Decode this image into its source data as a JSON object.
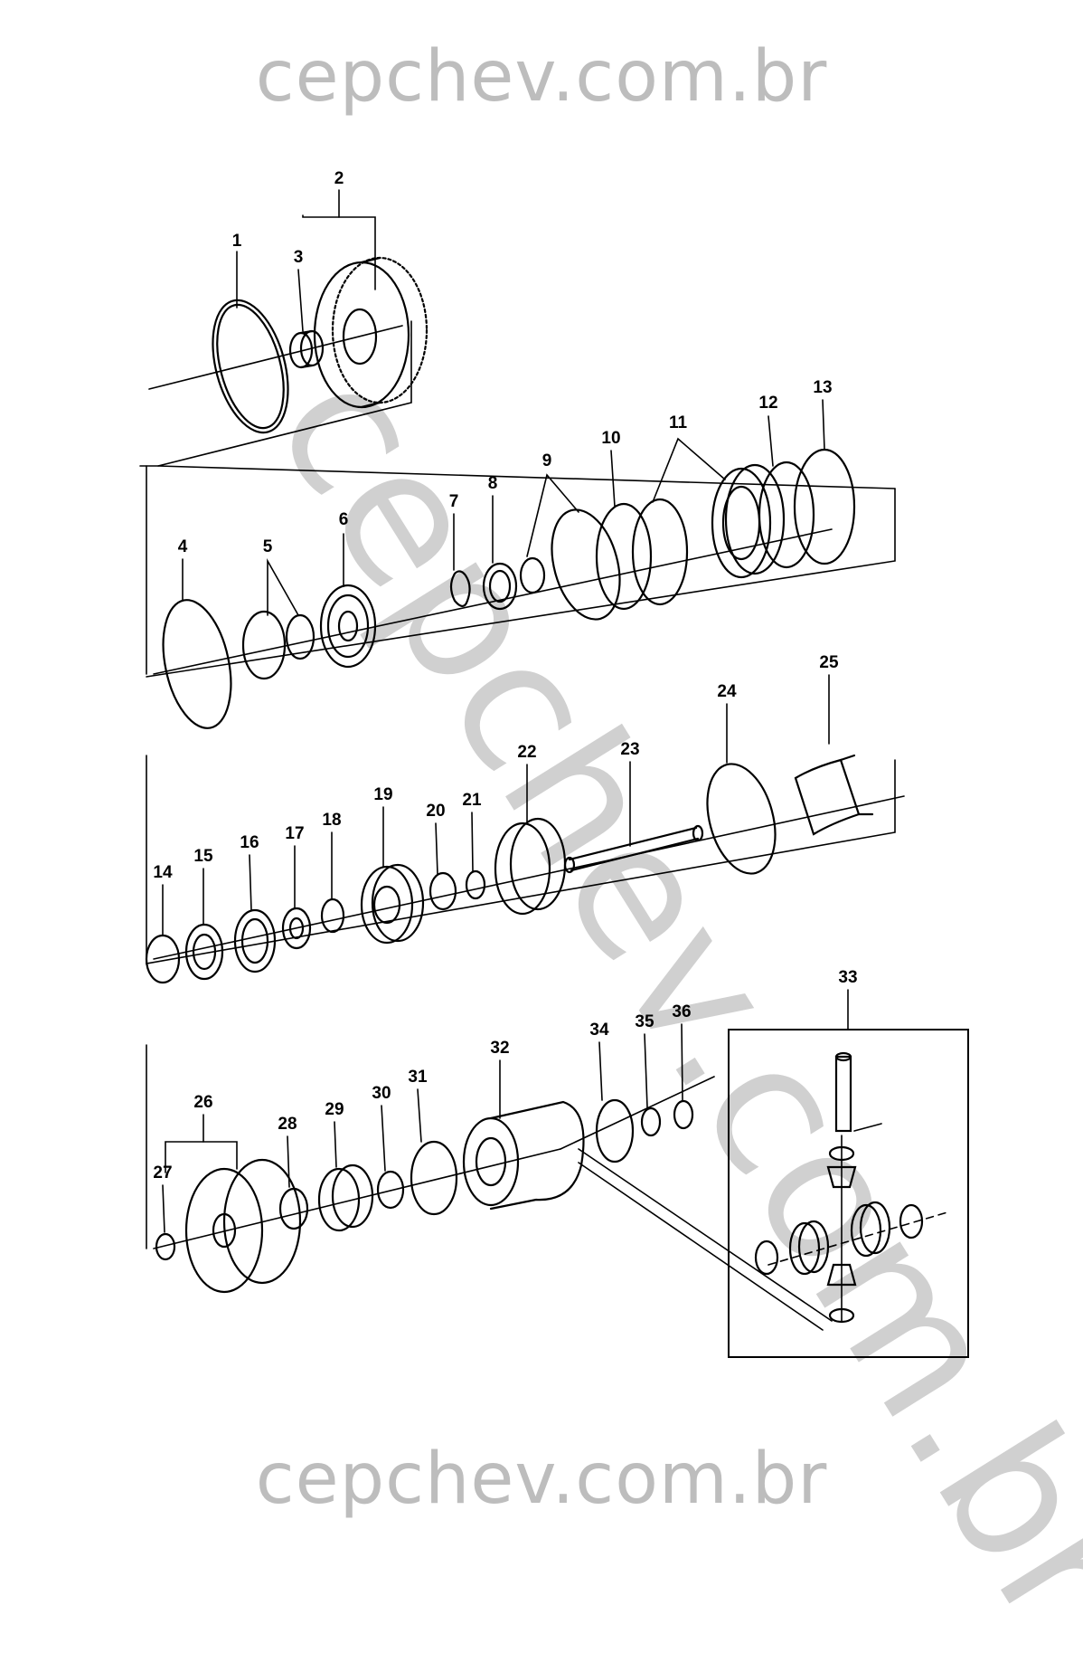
{
  "watermark": {
    "top": "cepchev.com.br",
    "bottom": "cepchev.com.br",
    "diagonal": "cepchev.com.br"
  },
  "callouts": [
    "1",
    "2",
    "3",
    "4",
    "5",
    "6",
    "7",
    "8",
    "9",
    "10",
    "11",
    "12",
    "13",
    "14",
    "15",
    "16",
    "17",
    "18",
    "19",
    "20",
    "21",
    "22",
    "23",
    "24",
    "25",
    "26",
    "27",
    "28",
    "29",
    "30",
    "31",
    "32",
    "33",
    "34",
    "35",
    "36"
  ]
}
